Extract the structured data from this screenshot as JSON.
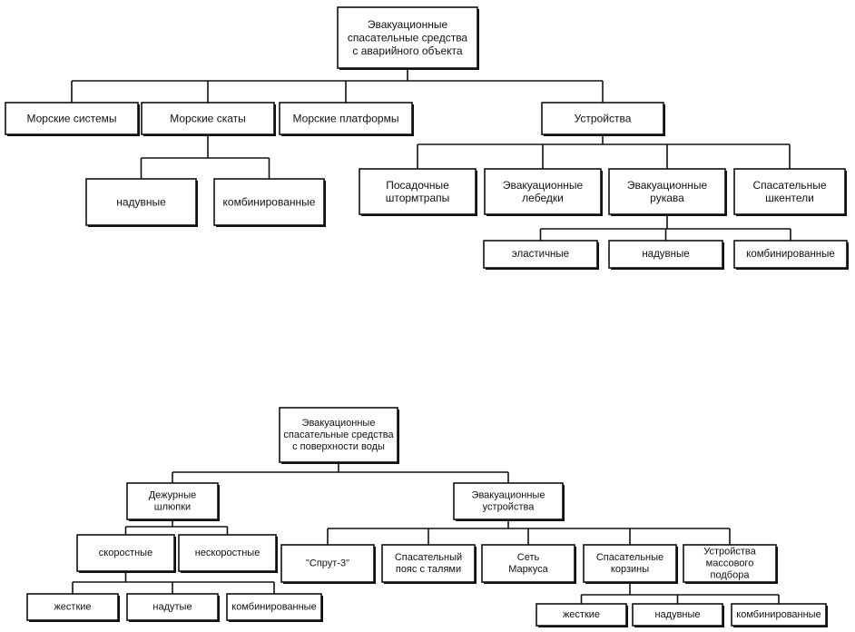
{
  "diagram": {
    "top": {
      "root": {
        "lines": [
          "Эвакуационные",
          "спасательные средства",
          "с аварийного объекта"
        ]
      },
      "sea_systems": {
        "lines": [
          "Морские системы"
        ]
      },
      "sea_slides": {
        "lines": [
          "Морские скаты"
        ]
      },
      "sea_platforms": {
        "lines": [
          "Морские платформы"
        ]
      },
      "devices": {
        "lines": [
          "Устройства"
        ]
      },
      "inflatable": {
        "lines": [
          "надувные"
        ]
      },
      "combined": {
        "lines": [
          "комбинированные"
        ]
      },
      "boarding_ladders": {
        "lines": [
          "Посадочные",
          "штормтрапы"
        ]
      },
      "evac_winches": {
        "lines": [
          "Эвакуационные",
          "лебедки"
        ]
      },
      "evac_sleeves": {
        "lines": [
          "Эвакуационные",
          "рукава"
        ]
      },
      "rescue_lines": {
        "lines": [
          "Спасательные",
          "шкентели"
        ]
      },
      "elastic": {
        "lines": [
          "эластичные"
        ]
      },
      "sleeve_inflatable": {
        "lines": [
          "надувные"
        ]
      },
      "sleeve_combined": {
        "lines": [
          "комбинированные"
        ]
      }
    },
    "bottom": {
      "root": {
        "lines": [
          "Эвакуационные",
          "спасательные средства",
          "с поверхности воды"
        ]
      },
      "duty_boats": {
        "lines": [
          "Дежурные",
          "шлюпки"
        ]
      },
      "evac_devices": {
        "lines": [
          "Эвакуационные",
          "устройства"
        ]
      },
      "fast": {
        "lines": [
          "скоростные"
        ]
      },
      "not_fast": {
        "lines": [
          "нескоростные"
        ]
      },
      "rigid": {
        "lines": [
          "жесткие"
        ]
      },
      "inflated": {
        "lines": [
          "надутые"
        ]
      },
      "combined": {
        "lines": [
          "комбинированные"
        ]
      },
      "sprut": {
        "lines": [
          "\"Спрут-3\""
        ]
      },
      "rescue_belt": {
        "lines": [
          "Спасательный",
          "пояс с талями"
        ]
      },
      "markus_net": {
        "lines": [
          "Сеть",
          "Маркуса"
        ]
      },
      "rescue_baskets": {
        "lines": [
          "Спасательные",
          "корзины"
        ]
      },
      "mass_pickup": {
        "lines": [
          "Устройства",
          "массового",
          "подбора"
        ]
      },
      "basket_rigid": {
        "lines": [
          "жесткие"
        ]
      },
      "basket_inflatable": {
        "lines": [
          "надувные"
        ]
      },
      "basket_combined": {
        "lines": [
          "комбинированные"
        ]
      }
    }
  }
}
